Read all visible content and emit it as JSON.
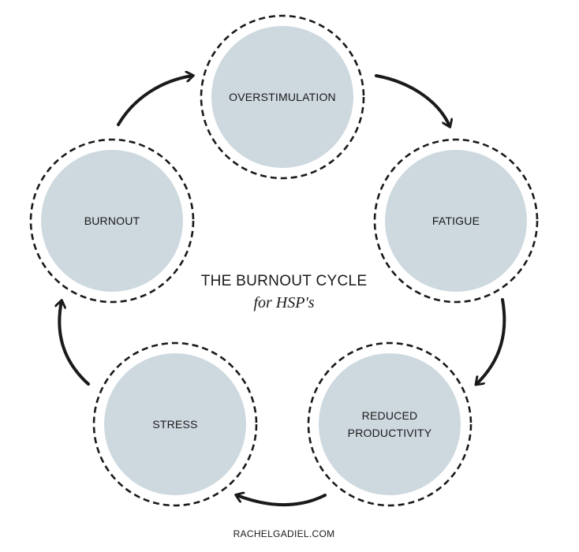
{
  "diagram": {
    "title": "THE BURNOUT CYCLE",
    "subtitle": "for HSP's",
    "footer": "RACHELGADIEL.COM",
    "nodes": [
      {
        "id": "overstimulation",
        "lines": [
          "OVERSTIMULATION"
        ]
      },
      {
        "id": "fatigue",
        "lines": [
          "FATIGUE"
        ]
      },
      {
        "id": "reduced-productivity",
        "lines": [
          "REDUCED",
          "PRODUCTIVITY"
        ]
      },
      {
        "id": "stress",
        "lines": [
          "STRESS"
        ]
      },
      {
        "id": "burnout",
        "lines": [
          "BURNOUT"
        ]
      }
    ],
    "edges": [
      {
        "from": "overstimulation",
        "to": "fatigue"
      },
      {
        "from": "fatigue",
        "to": "reduced-productivity"
      },
      {
        "from": "reduced-productivity",
        "to": "stress"
      },
      {
        "from": "stress",
        "to": "burnout"
      },
      {
        "from": "burnout",
        "to": "overstimulation"
      }
    ],
    "colors": {
      "circle_fill": "#cdd8df",
      "ring": "#1a1a1a",
      "arrow": "#1a1a1a",
      "text": "#1a1a1a"
    }
  }
}
